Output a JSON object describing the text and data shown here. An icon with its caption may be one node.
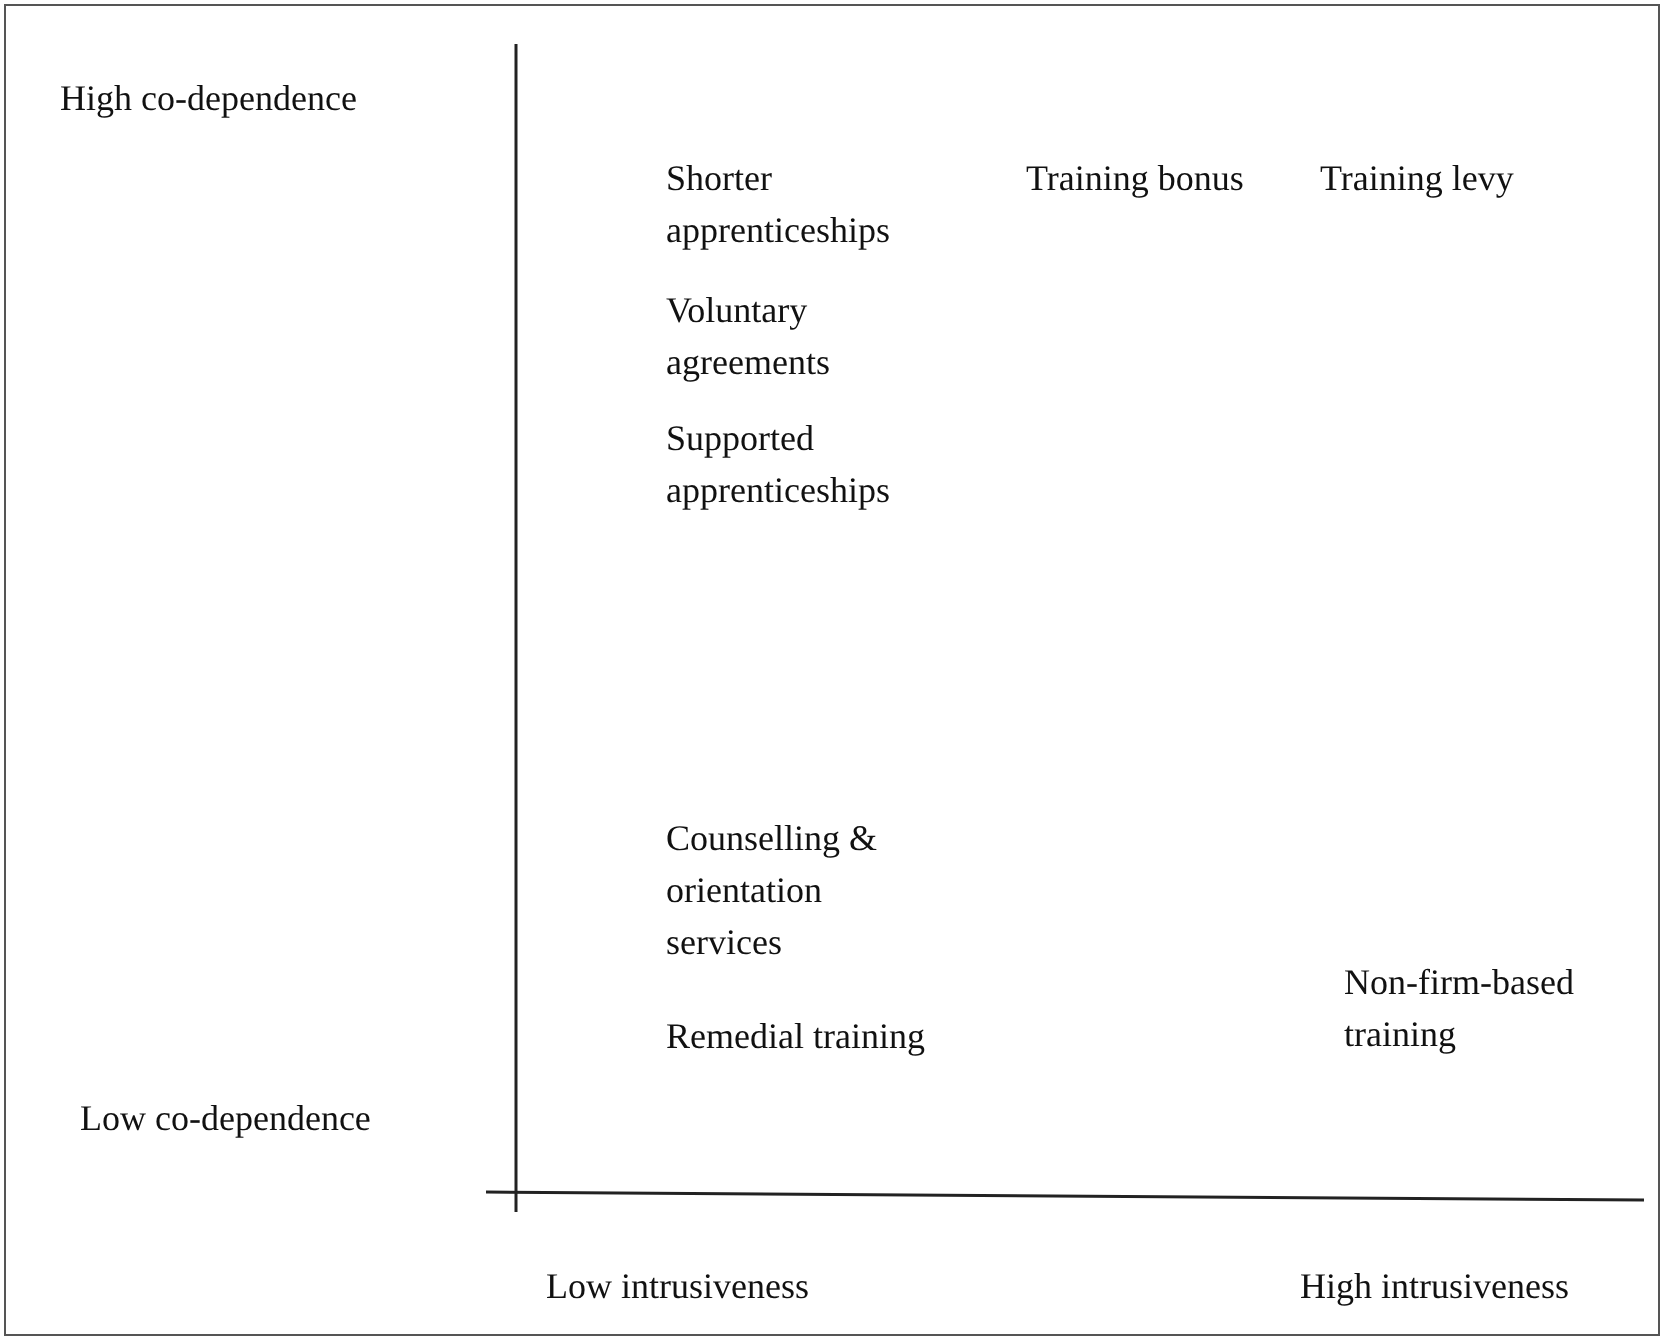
{
  "diagram": {
    "labels": [
      "High co-dependence",
      "Shorter apprenticeships",
      "Training bonus",
      "Training levy",
      "Voluntary agreements",
      "Supported apprenticeships",
      "Counselling & orientation services",
      "Non-firm-based training",
      "Remedial training",
      "Low co-dependence",
      "Low intrusiveness",
      "High intrusiveness"
    ]
  }
}
